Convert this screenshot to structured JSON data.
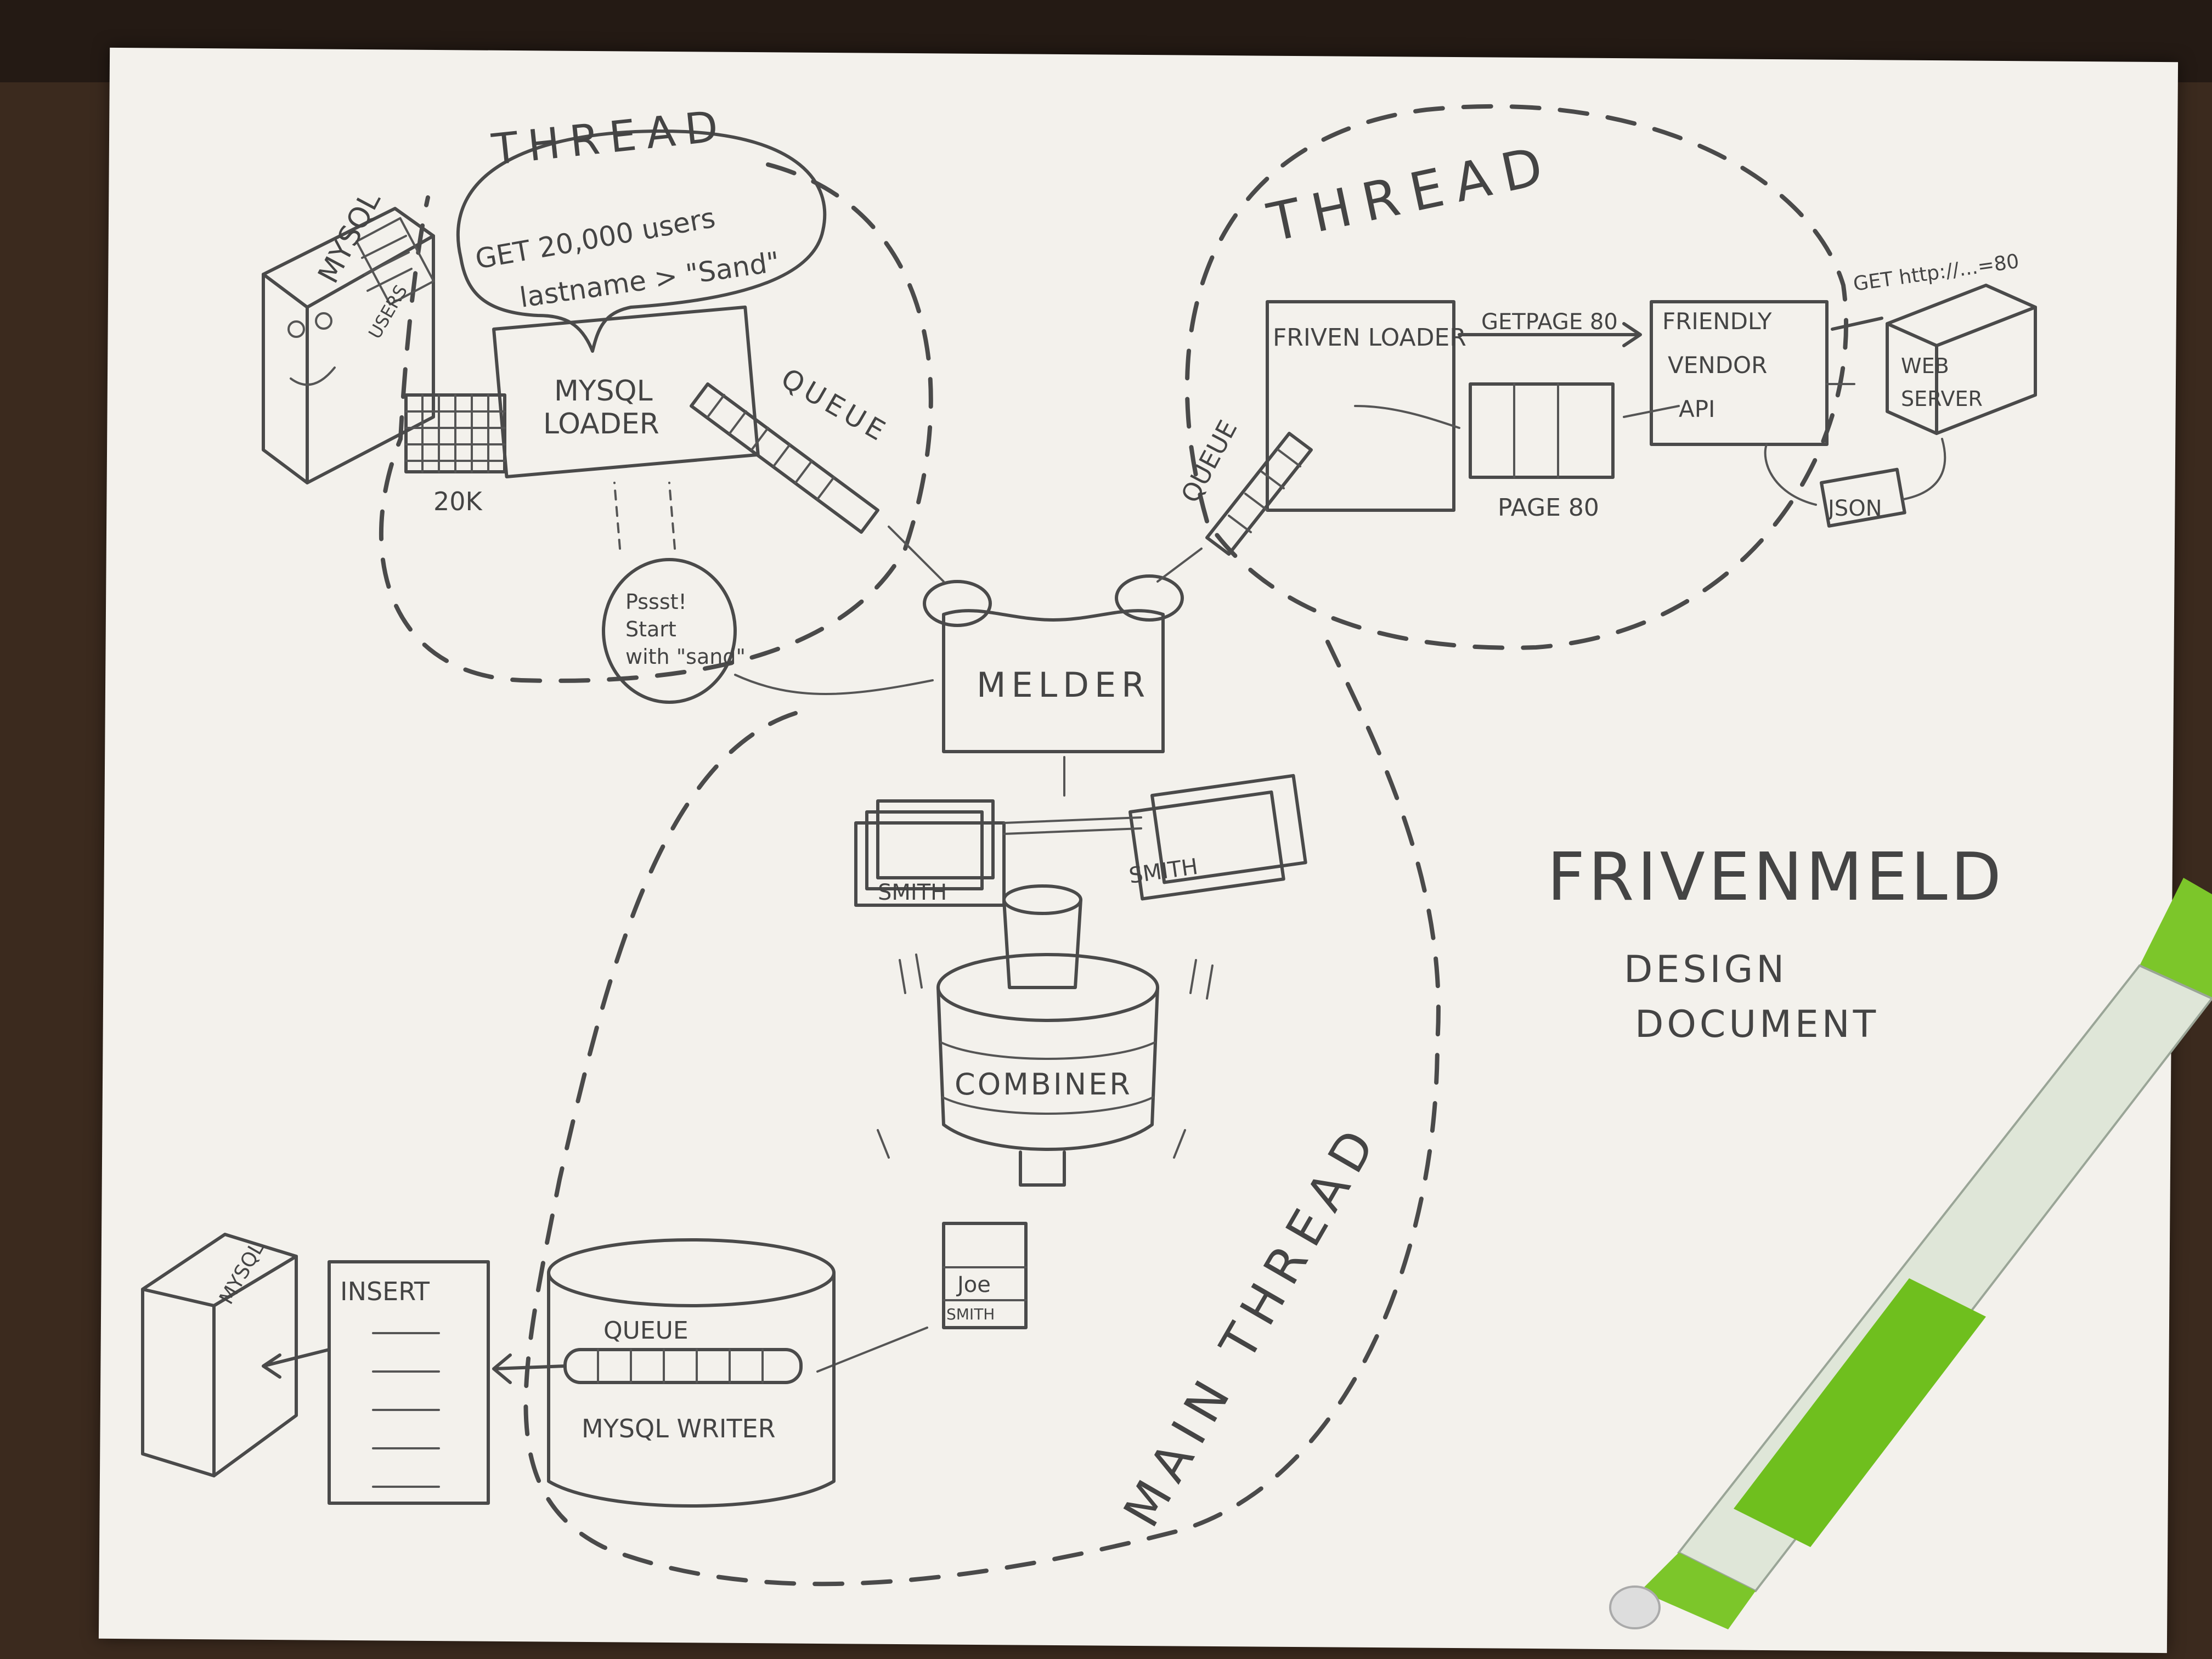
{
  "threads": {
    "mysql_thread": "THREAD",
    "api_thread": "THREAD",
    "main_thread": "MAIN THREAD"
  },
  "mysql_source": {
    "box_label": "MYSQL",
    "table_label": "USERS",
    "query_bubble": "GET 20,000 users lastname > \"Sand\"",
    "loader": "MYSQL LOADER",
    "grid_count": "20K",
    "queue": "QUEUE",
    "hint_bubble": "Pssst! Start with \"sand\""
  },
  "api_source": {
    "loader": "FRIVEN LOADER",
    "get_page": "GETPAGE 80",
    "api": "FRIENDLY VENDOR API",
    "http_get": "GET http://...=80",
    "web_server": "WEB SERVER",
    "json": "JSON",
    "page": "PAGE 80",
    "queue": "QUEUE"
  },
  "melder": {
    "label": "MELDER",
    "card_left": "SMITH",
    "card_right": "SMITH"
  },
  "combiner": {
    "label": "COMBINER",
    "card_name1": "Joe",
    "card_name2": "SMITH"
  },
  "writer": {
    "label": "MYSQL WRITER",
    "queue": "QUEUE",
    "insert": "INSERT",
    "target": "MYSQL"
  },
  "title": {
    "name": "FRIVENMELD",
    "sub1": "DESIGN",
    "sub2": "DOCUMENT"
  },
  "colors": {
    "paper": "#f3f1ec",
    "ink": "#4a4a4a",
    "pen_green": "#7cc62a",
    "desk": "#3b2a1e"
  }
}
